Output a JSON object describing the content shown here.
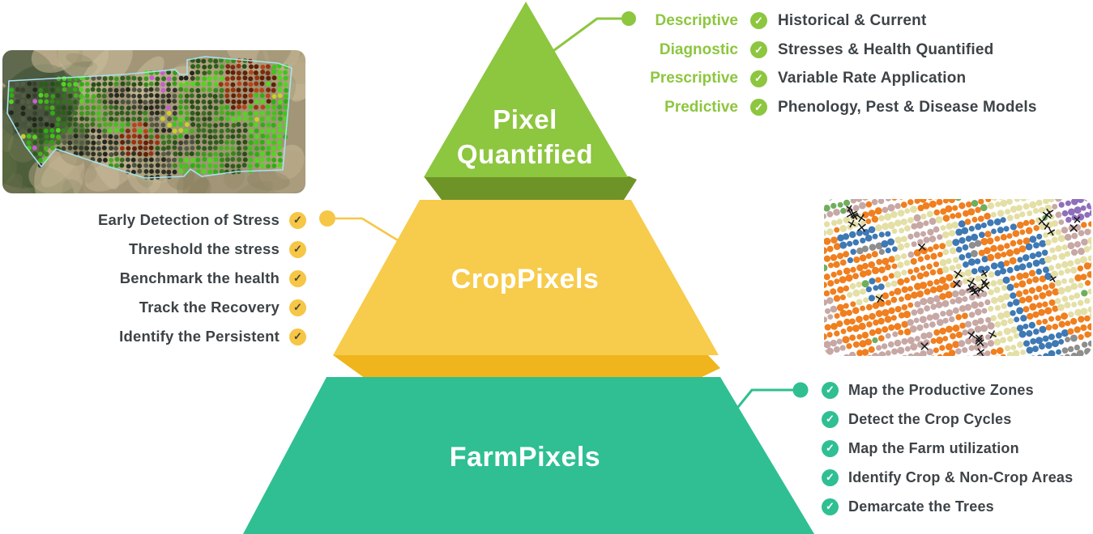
{
  "colors": {
    "background": "#ffffff",
    "level_top": "#8dc63f",
    "level_top_dark": "#6e9428",
    "level_mid": "#f7cb4b",
    "level_mid_dark": "#f0b51c",
    "level_bottom": "#2fbf92",
    "accent_yellow": "#f6c646",
    "text_dark": "#3d4347",
    "text_light": "#ffffff"
  },
  "pyramid": {
    "top": {
      "title_line1": "Pixel",
      "title_line2": "Quantified"
    },
    "middle": {
      "title": "CropPixels"
    },
    "bottom": {
      "title": "FarmPixels"
    }
  },
  "analytics_legend": {
    "rows": [
      {
        "category": "Descriptive",
        "detail": "Historical & Current"
      },
      {
        "category": "Diagnostic",
        "detail": "Stresses & Health Quantified"
      },
      {
        "category": "Prescriptive",
        "detail": "Variable Rate Application"
      },
      {
        "category": "Predictive",
        "detail": "Phenology, Pest & Disease Models"
      }
    ]
  },
  "crop_list": {
    "items": [
      "Early Detection of Stress",
      "Threshold the stress",
      "Benchmark the health",
      "Track the Recovery",
      "Identify the Persistent"
    ]
  },
  "farm_list": {
    "items": [
      "Map the Productive Zones",
      "Detect the Crop Cycles",
      "Map the Farm utilization",
      "Identify Crop & Non-Crop Areas",
      "Demarcate the Trees"
    ]
  },
  "icons": {
    "check": "✓"
  },
  "images": {
    "satellite_overlay": {
      "outline_color": "#a8e2ef",
      "ground_dark": [
        "#4f5f3a",
        "#45553a",
        "#5a6a42"
      ],
      "ground_tan": [
        "#c6b896",
        "#b4a481",
        "#cabd9b"
      ],
      "ground_mid": [
        "#8a8a62",
        "#7f7557",
        "#97906d"
      ],
      "veg_bright": [
        "#3fc51a",
        "#52d61f",
        "#2fae14"
      ],
      "veg_mid": [
        "#3a9a1d",
        "#49b01f",
        "#35871c"
      ],
      "veg_dark": [
        "#2d5c1d",
        "#366f20",
        "#274d18"
      ],
      "canopy_gray": [
        "#3a3f31",
        "#2c3025",
        "#4c5140",
        "#23261c",
        "#565b47"
      ],
      "stress_red": [
        "#7c2a10",
        "#99330f",
        "#5e2008",
        "#b8441a"
      ],
      "stress_yellow": "#c9cf2b",
      "anomaly_magenta": "#c75fd1"
    },
    "classification_map": {
      "background": "#ffffff",
      "khaki": "#e4dfa5",
      "mauve": "#c7a8a5",
      "orange": "#f07f1f",
      "blue": "#3e79b4",
      "gray": "#8e8e8e",
      "green": "#6fae5d",
      "purple": "#8f6fbb",
      "mark_color": "#151515"
    }
  }
}
